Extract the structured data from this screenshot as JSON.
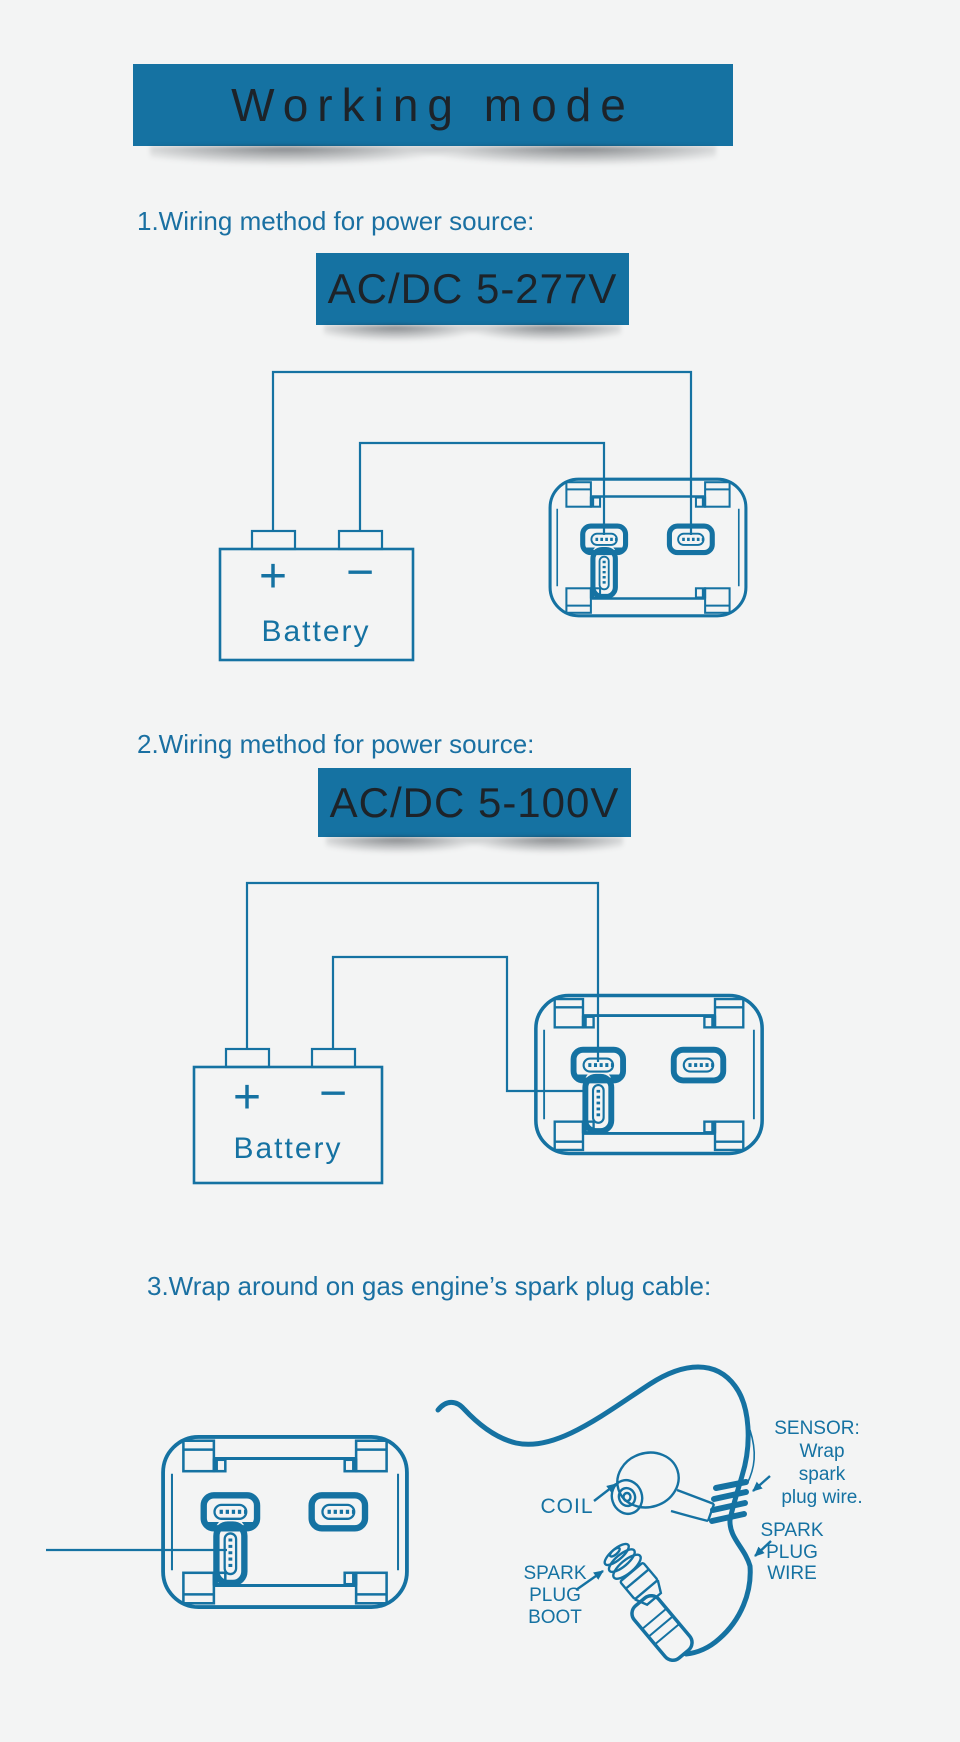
{
  "colors": {
    "accent": "#1572a2",
    "heading_text": "#1a70a2",
    "banner_text": "#1d2329",
    "background": "#f3f4f4"
  },
  "header": {
    "title": "Working mode"
  },
  "sections": {
    "s1": {
      "heading": "1.Wiring method for power source:",
      "banner": "AC/DC 5-277V",
      "battery": {
        "plus": "+",
        "minus": "−",
        "label": "Battery"
      }
    },
    "s2": {
      "heading": "2.Wiring method for power source:",
      "banner": "AC/DC 5-100V",
      "battery": {
        "plus": "+",
        "minus": "−",
        "label": "Battery"
      }
    },
    "s3": {
      "heading": "3.Wrap around on gas engine’s spark plug cable:",
      "coil_label": "COIL",
      "sensor_label": {
        "l1": "SENSOR:",
        "l2": "Wrap",
        "l3": "spark",
        "l4": "plug wire."
      },
      "wire_label": {
        "l1": "SPARK",
        "l2": "PLUG",
        "l3": "WIRE"
      },
      "boot_label": {
        "l1": "SPARK",
        "l2": "PLUG",
        "l3": "BOOT"
      }
    }
  }
}
